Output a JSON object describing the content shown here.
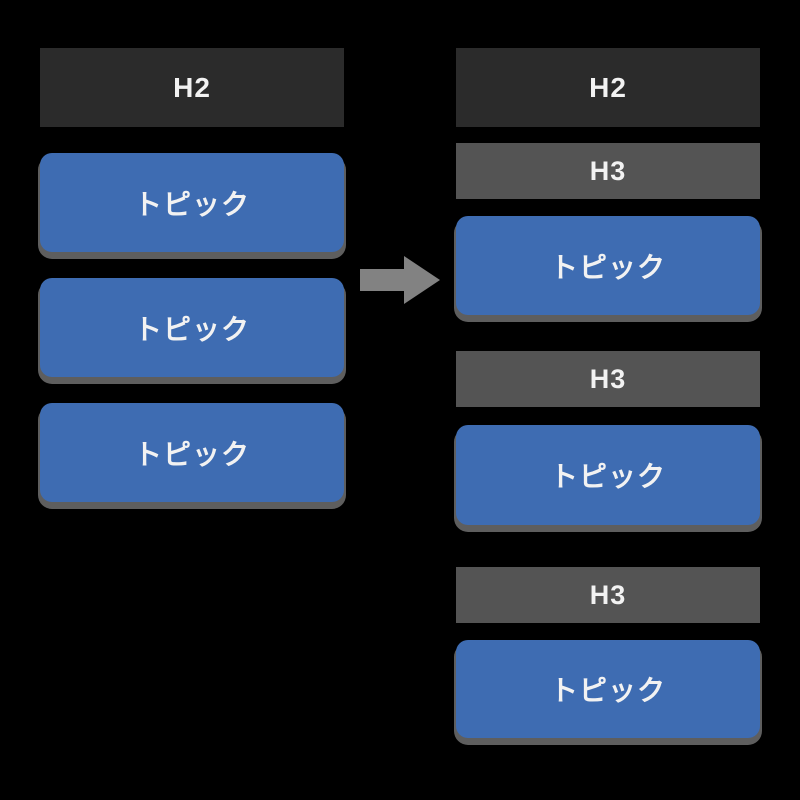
{
  "diagram_title": "heading-structure-transformation",
  "colors": {
    "background": "#000000",
    "h2_box": "#2b2b2b",
    "h3_box": "#545454",
    "topic_box": "#3e6cb2",
    "box_shadow": "#5e5e5e",
    "arrow": "#828282",
    "text": "#f2f2f2"
  },
  "left_column": {
    "h2_label": "H2",
    "topics": [
      "トピック",
      "トピック",
      "トピック"
    ]
  },
  "arrow": {
    "direction": "right"
  },
  "right_column": {
    "h2_label": "H2",
    "sections": [
      {
        "h3_label": "H3",
        "topic_label": "トピック"
      },
      {
        "h3_label": "H3",
        "topic_label": "トピック"
      },
      {
        "h3_label": "H3",
        "topic_label": "トピック"
      }
    ]
  }
}
